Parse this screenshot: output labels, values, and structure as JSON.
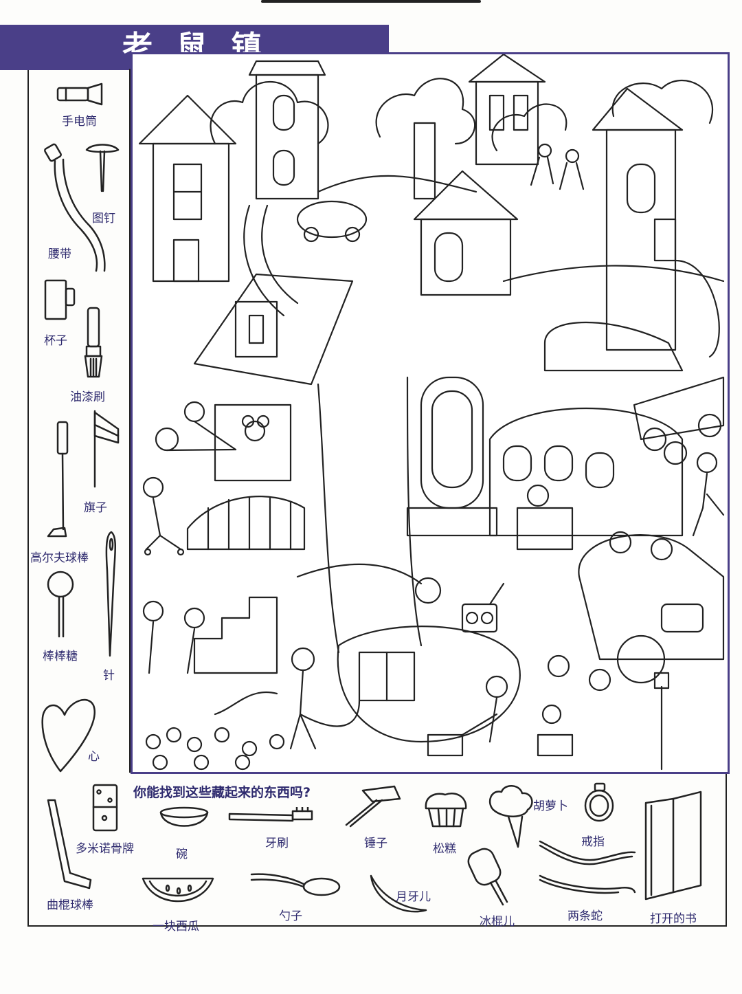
{
  "title": "老 鼠 镇",
  "question": "你能找到这些藏起来的东西吗?",
  "left_items": [
    {
      "label": "手电筒",
      "icon": "flashlight-icon"
    },
    {
      "label": "图钉",
      "icon": "thumbtack-icon"
    },
    {
      "label": "腰带",
      "icon": "belt-icon"
    },
    {
      "label": "杯子",
      "icon": "cup-icon"
    },
    {
      "label": "油漆刷",
      "icon": "paintbrush-icon"
    },
    {
      "label": "旗子",
      "icon": "flag-icon"
    },
    {
      "label": "高尔夫球棒",
      "icon": "golf-club-icon"
    },
    {
      "label": "棒棒糖",
      "icon": "lollipop-icon"
    },
    {
      "label": "针",
      "icon": "needle-icon"
    },
    {
      "label": "心",
      "icon": "heart-icon"
    }
  ],
  "bottom_items": [
    {
      "label": "多米诺骨牌",
      "icon": "domino-icon"
    },
    {
      "label": "曲棍球棒",
      "icon": "hockey-stick-icon"
    },
    {
      "label": "碗",
      "icon": "bowl-icon"
    },
    {
      "label": "一块西瓜",
      "icon": "watermelon-slice-icon"
    },
    {
      "label": "牙刷",
      "icon": "toothbrush-icon"
    },
    {
      "label": "勺子",
      "icon": "spoon-icon"
    },
    {
      "label": "锤子",
      "icon": "hammer-icon"
    },
    {
      "label": "月牙儿",
      "icon": "crescent-moon-icon"
    },
    {
      "label": "松糕",
      "icon": "muffin-icon"
    },
    {
      "label": "胡萝卜",
      "icon": "carrot-icon"
    },
    {
      "label": "冰棍儿",
      "icon": "popsicle-icon"
    },
    {
      "label": "戒指",
      "icon": "ring-icon"
    },
    {
      "label": "两条蛇",
      "icon": "two-snakes-icon"
    },
    {
      "label": "打开的书",
      "icon": "open-book-icon"
    }
  ]
}
